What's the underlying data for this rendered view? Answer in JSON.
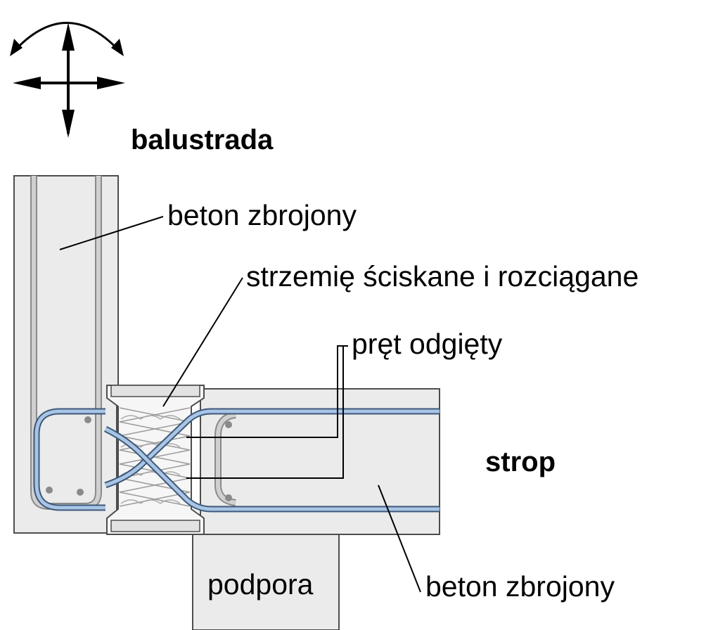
{
  "labels": {
    "balustrada": "balustrada",
    "beton_upper": "beton zbrojony",
    "strzemie": "strzemię ściskane i rozciągane",
    "pret": "pręt odgięty",
    "strop": "strop",
    "podpora": "podpora",
    "beton_lower": "beton zbrojony"
  },
  "colors": {
    "concrete": "#ebebeb",
    "outline": "#4d4d4d",
    "rebar_blue": "#a9c5e6",
    "rebar_edge": "#3d5878",
    "rebar_gray": "#c8c8c8",
    "insulation": "#f6f6f6"
  },
  "icons": {
    "load_symbol": "rotation-and-force-arrows-icon"
  }
}
